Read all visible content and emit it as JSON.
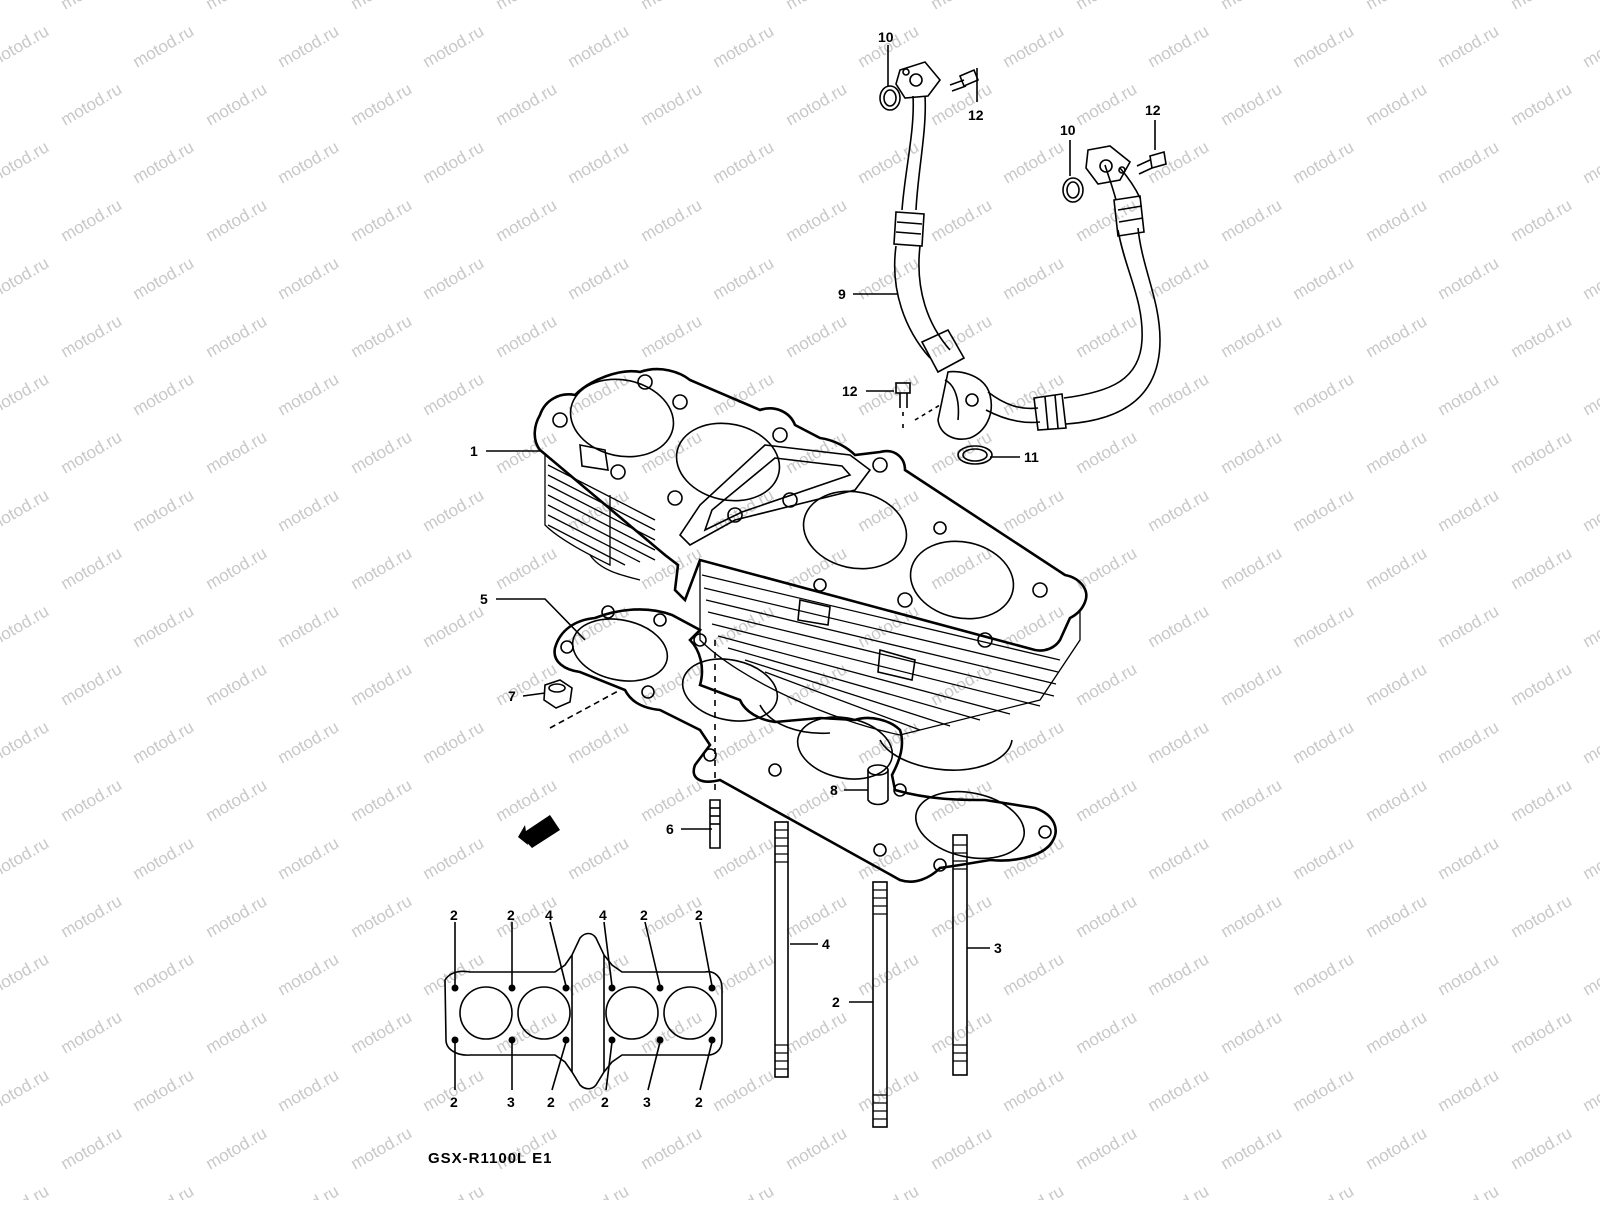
{
  "watermark": "motod.ru",
  "model": "GSX-R1100L E1",
  "labels": {
    "p1": "1",
    "p2": "2",
    "p3": "3",
    "p4": "4",
    "p5": "5",
    "p6": "6",
    "p7": "7",
    "p8": "8",
    "p9": "9",
    "p10": "10",
    "p11": "11",
    "p12": "12"
  },
  "inset_labels": {
    "top": [
      "2",
      "2",
      "4",
      "4",
      "2",
      "2"
    ],
    "bottom": [
      "2",
      "3",
      "2",
      "2",
      "3",
      "2"
    ]
  },
  "colors": {
    "line": "#000000",
    "watermark": "#c8c8c8",
    "background": "#ffffff"
  }
}
